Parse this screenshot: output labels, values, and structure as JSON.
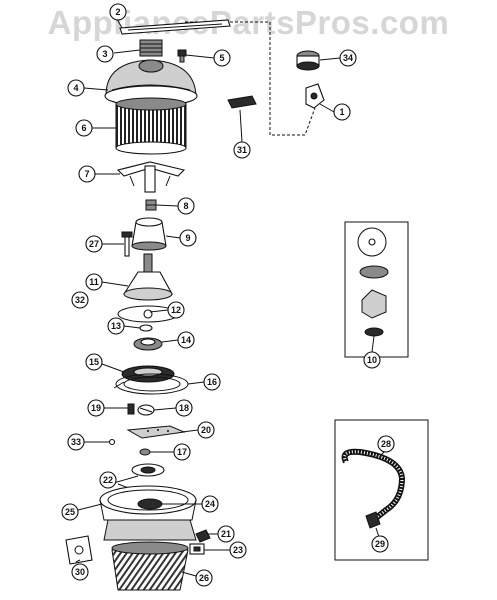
{
  "watermark": "AppliancePartsPros.com",
  "callouts": [
    "1",
    "2",
    "3",
    "4",
    "5",
    "6",
    "7",
    "8",
    "9",
    "10",
    "11",
    "12",
    "13",
    "14",
    "15",
    "16",
    "17",
    "18",
    "19",
    "20",
    "21",
    "22",
    "23",
    "24",
    "25",
    "26",
    "27",
    "28",
    "29",
    "30",
    "31",
    "32",
    "33",
    "34"
  ]
}
